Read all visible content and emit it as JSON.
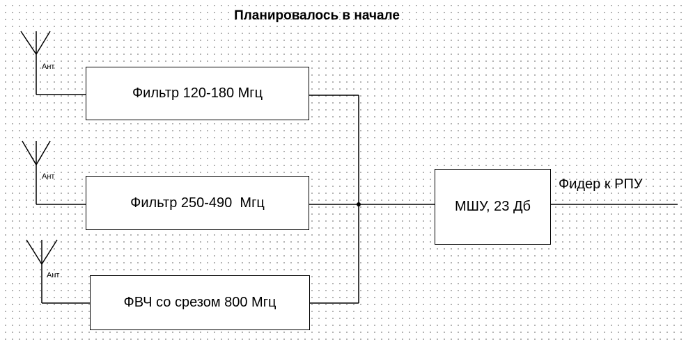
{
  "title": "Планировалось в начале",
  "antenna_label": "Ант",
  "blocks": {
    "filter1": "Фильтр 120-180 Мгц",
    "filter2": "Фильтр 250-490  Мгц",
    "hpf": "ФВЧ со срезом 800 Мгц",
    "lna": "МШУ, 23 Дб"
  },
  "feeder_label": "Фидер к РПУ"
}
